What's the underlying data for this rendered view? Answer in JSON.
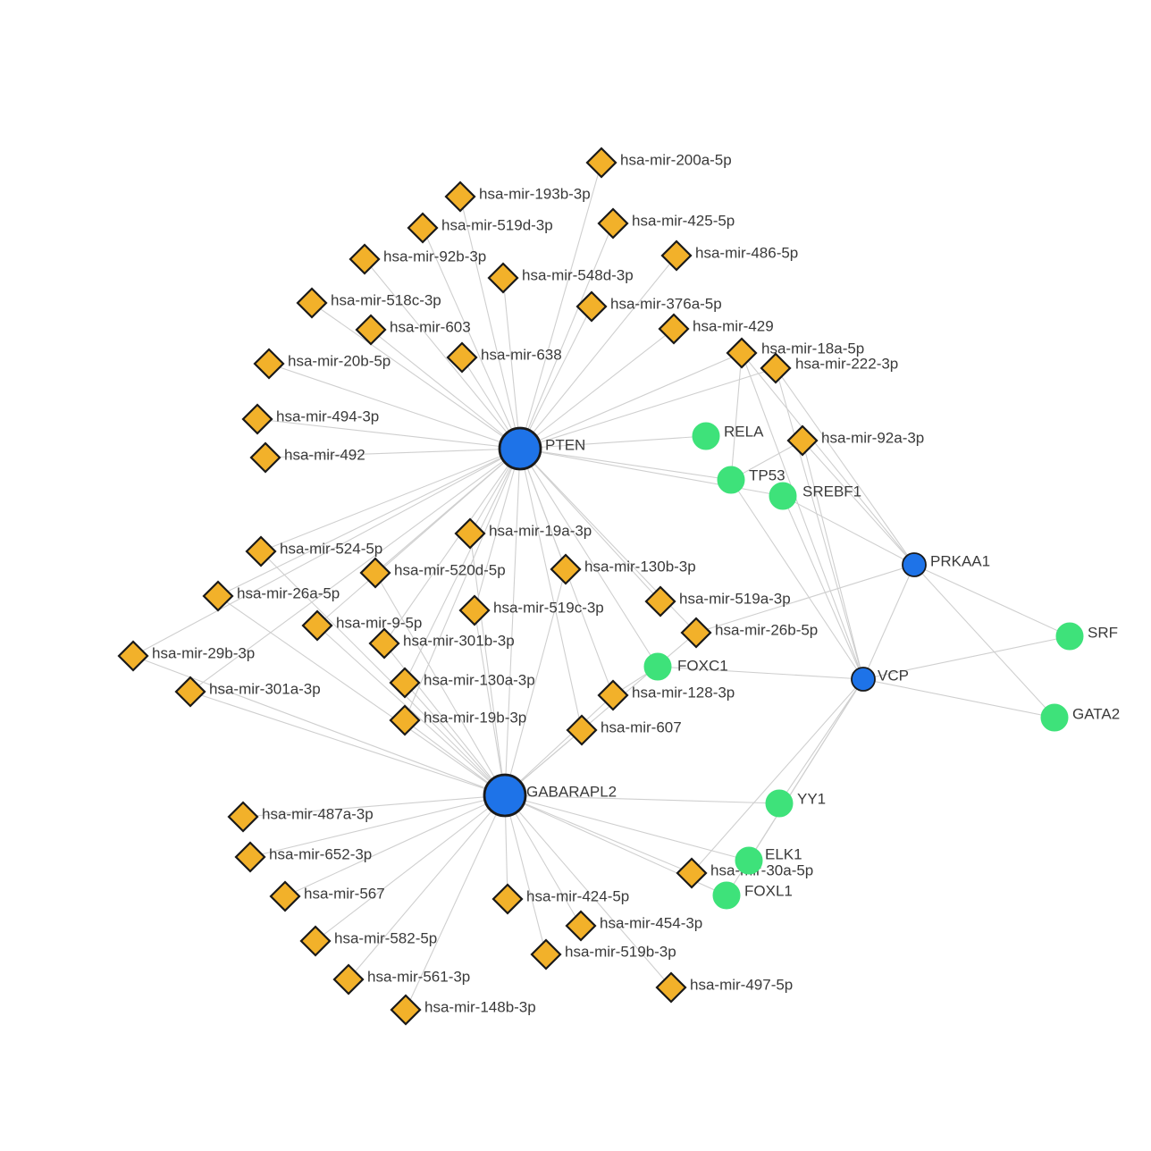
{
  "colors": {
    "mirna": "#f2b12a",
    "hub_gene": "#1e73e8",
    "transcription_factor": "#3ee27a",
    "edge": "#cfcfcf",
    "outline": "#1a1a1a"
  },
  "nodes": [
    {
      "id": "PTEN",
      "label": "PTEN",
      "kind": "hub"
    },
    {
      "id": "GABARAPL2",
      "label": "GABARAPL2",
      "kind": "hub"
    },
    {
      "id": "PRKAA1",
      "label": "PRKAA1",
      "kind": "gene"
    },
    {
      "id": "VCP",
      "label": "VCP",
      "kind": "gene"
    },
    {
      "id": "RELA",
      "label": "RELA",
      "kind": "tf"
    },
    {
      "id": "TP53",
      "label": "TP53",
      "kind": "tf"
    },
    {
      "id": "SREBF1",
      "label": "SREBF1",
      "kind": "tf"
    },
    {
      "id": "SRF",
      "label": "SRF",
      "kind": "tf"
    },
    {
      "id": "GATA2",
      "label": "GATA2",
      "kind": "tf"
    },
    {
      "id": "FOXC1",
      "label": "FOXC1",
      "kind": "tf"
    },
    {
      "id": "YY1",
      "label": "YY1",
      "kind": "tf"
    },
    {
      "id": "ELK1",
      "label": "ELK1",
      "kind": "tf"
    },
    {
      "id": "FOXL1",
      "label": "FOXL1",
      "kind": "tf"
    },
    {
      "id": "m200a5p",
      "label": "hsa-mir-200a-5p",
      "kind": "mirna"
    },
    {
      "id": "m193b3p",
      "label": "hsa-mir-193b-3p",
      "kind": "mirna"
    },
    {
      "id": "m519d3p",
      "label": "hsa-mir-519d-3p",
      "kind": "mirna"
    },
    {
      "id": "m425_5p",
      "label": "hsa-mir-425-5p",
      "kind": "mirna"
    },
    {
      "id": "m92b3p",
      "label": "hsa-mir-92b-3p",
      "kind": "mirna"
    },
    {
      "id": "m486_5p",
      "label": "hsa-mir-486-5p",
      "kind": "mirna"
    },
    {
      "id": "m548d3p",
      "label": "hsa-mir-548d-3p",
      "kind": "mirna"
    },
    {
      "id": "m518c3p",
      "label": "hsa-mir-518c-3p",
      "kind": "mirna"
    },
    {
      "id": "m376a5p",
      "label": "hsa-mir-376a-5p",
      "kind": "mirna"
    },
    {
      "id": "m603",
      "label": "hsa-mir-603",
      "kind": "mirna"
    },
    {
      "id": "m429",
      "label": "hsa-mir-429",
      "kind": "mirna"
    },
    {
      "id": "m20b5p",
      "label": "hsa-mir-20b-5p",
      "kind": "mirna"
    },
    {
      "id": "m638",
      "label": "hsa-mir-638",
      "kind": "mirna"
    },
    {
      "id": "m18a5p",
      "label": "hsa-mir-18a-5p",
      "kind": "mirna"
    },
    {
      "id": "m222_3p",
      "label": "hsa-mir-222-3p",
      "kind": "mirna"
    },
    {
      "id": "m494_3p",
      "label": "hsa-mir-494-3p",
      "kind": "mirna"
    },
    {
      "id": "m492",
      "label": "hsa-mir-492",
      "kind": "mirna"
    },
    {
      "id": "m92a3p",
      "label": "hsa-mir-92a-3p",
      "kind": "mirna"
    },
    {
      "id": "m19a3p",
      "label": "hsa-mir-19a-3p",
      "kind": "mirna"
    },
    {
      "id": "m524_5p",
      "label": "hsa-mir-524-5p",
      "kind": "mirna"
    },
    {
      "id": "m520d5p",
      "label": "hsa-mir-520d-5p",
      "kind": "mirna"
    },
    {
      "id": "m130b3p",
      "label": "hsa-mir-130b-3p",
      "kind": "mirna"
    },
    {
      "id": "m26a5p",
      "label": "hsa-mir-26a-5p",
      "kind": "mirna"
    },
    {
      "id": "m519a3p",
      "label": "hsa-mir-519a-3p",
      "kind": "mirna"
    },
    {
      "id": "m519c3p",
      "label": "hsa-mir-519c-3p",
      "kind": "mirna"
    },
    {
      "id": "m9_5p",
      "label": "hsa-mir-9-5p",
      "kind": "mirna"
    },
    {
      "id": "m26b5p",
      "label": "hsa-mir-26b-5p",
      "kind": "mirna"
    },
    {
      "id": "m29b3p",
      "label": "hsa-mir-29b-3p",
      "kind": "mirna"
    },
    {
      "id": "m301b3p",
      "label": "hsa-mir-301b-3p",
      "kind": "mirna"
    },
    {
      "id": "m301a3p",
      "label": "hsa-mir-301a-3p",
      "kind": "mirna"
    },
    {
      "id": "m130a3p",
      "label": "hsa-mir-130a-3p",
      "kind": "mirna"
    },
    {
      "id": "m128_3p",
      "label": "hsa-mir-128-3p",
      "kind": "mirna"
    },
    {
      "id": "m19b3p",
      "label": "hsa-mir-19b-3p",
      "kind": "mirna"
    },
    {
      "id": "m607",
      "label": "hsa-mir-607",
      "kind": "mirna"
    },
    {
      "id": "m487a3p",
      "label": "hsa-mir-487a-3p",
      "kind": "mirna"
    },
    {
      "id": "m652_3p",
      "label": "hsa-mir-652-3p",
      "kind": "mirna"
    },
    {
      "id": "m30a5p",
      "label": "hsa-mir-30a-5p",
      "kind": "mirna"
    },
    {
      "id": "m567",
      "label": "hsa-mir-567",
      "kind": "mirna"
    },
    {
      "id": "m424_5p",
      "label": "hsa-mir-424-5p",
      "kind": "mirna"
    },
    {
      "id": "m454_3p",
      "label": "hsa-mir-454-3p",
      "kind": "mirna"
    },
    {
      "id": "m582_5p",
      "label": "hsa-mir-582-5p",
      "kind": "mirna"
    },
    {
      "id": "m519b3p",
      "label": "hsa-mir-519b-3p",
      "kind": "mirna"
    },
    {
      "id": "m561_3p",
      "label": "hsa-mir-561-3p",
      "kind": "mirna"
    },
    {
      "id": "m497_5p",
      "label": "hsa-mir-497-5p",
      "kind": "mirna"
    },
    {
      "id": "m148b3p",
      "label": "hsa-mir-148b-3p",
      "kind": "mirna"
    }
  ],
  "edges": [
    [
      "PTEN",
      "m200a5p"
    ],
    [
      "PTEN",
      "m193b3p"
    ],
    [
      "PTEN",
      "m519d3p"
    ],
    [
      "PTEN",
      "m425_5p"
    ],
    [
      "PTEN",
      "m92b3p"
    ],
    [
      "PTEN",
      "m486_5p"
    ],
    [
      "PTEN",
      "m548d3p"
    ],
    [
      "PTEN",
      "m518c3p"
    ],
    [
      "PTEN",
      "m376a5p"
    ],
    [
      "PTEN",
      "m603"
    ],
    [
      "PTEN",
      "m429"
    ],
    [
      "PTEN",
      "m20b5p"
    ],
    [
      "PTEN",
      "m638"
    ],
    [
      "PTEN",
      "m18a5p"
    ],
    [
      "PTEN",
      "m222_3p"
    ],
    [
      "PTEN",
      "m494_3p"
    ],
    [
      "PTEN",
      "m492"
    ],
    [
      "PTEN",
      "RELA"
    ],
    [
      "PTEN",
      "TP53"
    ],
    [
      "PTEN",
      "SREBF1"
    ],
    [
      "PTEN",
      "m19a3p"
    ],
    [
      "PTEN",
      "m524_5p"
    ],
    [
      "PTEN",
      "m520d5p"
    ],
    [
      "PTEN",
      "m130b3p"
    ],
    [
      "PTEN",
      "m26a5p"
    ],
    [
      "PTEN",
      "m519a3p"
    ],
    [
      "PTEN",
      "m519c3p"
    ],
    [
      "PTEN",
      "m9_5p"
    ],
    [
      "PTEN",
      "m26b5p"
    ],
    [
      "PTEN",
      "m29b3p"
    ],
    [
      "PTEN",
      "m301b3p"
    ],
    [
      "PTEN",
      "m301a3p"
    ],
    [
      "PTEN",
      "m130a3p"
    ],
    [
      "PTEN",
      "m128_3p"
    ],
    [
      "PTEN",
      "m19b3p"
    ],
    [
      "PTEN",
      "m607"
    ],
    [
      "PTEN",
      "GABARAPL2"
    ],
    [
      "PTEN",
      "FOXC1"
    ],
    [
      "GABARAPL2",
      "m19a3p"
    ],
    [
      "GABARAPL2",
      "m524_5p"
    ],
    [
      "GABARAPL2",
      "m520d5p"
    ],
    [
      "GABARAPL2",
      "m26a5p"
    ],
    [
      "GABARAPL2",
      "m9_5p"
    ],
    [
      "GABARAPL2",
      "m29b3p"
    ],
    [
      "GABARAPL2",
      "m301b3p"
    ],
    [
      "GABARAPL2",
      "m301a3p"
    ],
    [
      "GABARAPL2",
      "m130a3p"
    ],
    [
      "GABARAPL2",
      "m19b3p"
    ],
    [
      "GABARAPL2",
      "m607"
    ],
    [
      "GABARAPL2",
      "m128_3p"
    ],
    [
      "GABARAPL2",
      "m26b5p"
    ],
    [
      "GABARAPL2",
      "m519c3p"
    ],
    [
      "GABARAPL2",
      "m130b3p"
    ],
    [
      "GABARAPL2",
      "m487a3p"
    ],
    [
      "GABARAPL2",
      "m652_3p"
    ],
    [
      "GABARAPL2",
      "m567"
    ],
    [
      "GABARAPL2",
      "m582_5p"
    ],
    [
      "GABARAPL2",
      "m561_3p"
    ],
    [
      "GABARAPL2",
      "m148b3p"
    ],
    [
      "GABARAPL2",
      "m424_5p"
    ],
    [
      "GABARAPL2",
      "m454_3p"
    ],
    [
      "GABARAPL2",
      "m519b3p"
    ],
    [
      "GABARAPL2",
      "m497_5p"
    ],
    [
      "GABARAPL2",
      "m30a5p"
    ],
    [
      "GABARAPL2",
      "YY1"
    ],
    [
      "GABARAPL2",
      "ELK1"
    ],
    [
      "GABARAPL2",
      "FOXL1"
    ],
    [
      "PRKAA1",
      "m222_3p"
    ],
    [
      "PRKAA1",
      "m18a5p"
    ],
    [
      "PRKAA1",
      "m92a3p"
    ],
    [
      "PRKAA1",
      "SREBF1"
    ],
    [
      "PRKAA1",
      "SRF"
    ],
    [
      "PRKAA1",
      "GATA2"
    ],
    [
      "PRKAA1",
      "m26b5p"
    ],
    [
      "PRKAA1",
      "VCP"
    ],
    [
      "VCP",
      "m18a5p"
    ],
    [
      "VCP",
      "m222_3p"
    ],
    [
      "VCP",
      "m92a3p"
    ],
    [
      "VCP",
      "TP53"
    ],
    [
      "VCP",
      "SREBF1"
    ],
    [
      "VCP",
      "FOXC1"
    ],
    [
      "VCP",
      "SRF"
    ],
    [
      "VCP",
      "GATA2"
    ],
    [
      "VCP",
      "YY1"
    ],
    [
      "VCP",
      "ELK1"
    ],
    [
      "VCP",
      "FOXL1"
    ],
    [
      "VCP",
      "m30a5p"
    ],
    [
      "TP53",
      "m18a5p"
    ],
    [
      "m92a3p",
      "TP53"
    ],
    [
      "m128_3p",
      "FOXC1"
    ]
  ]
}
